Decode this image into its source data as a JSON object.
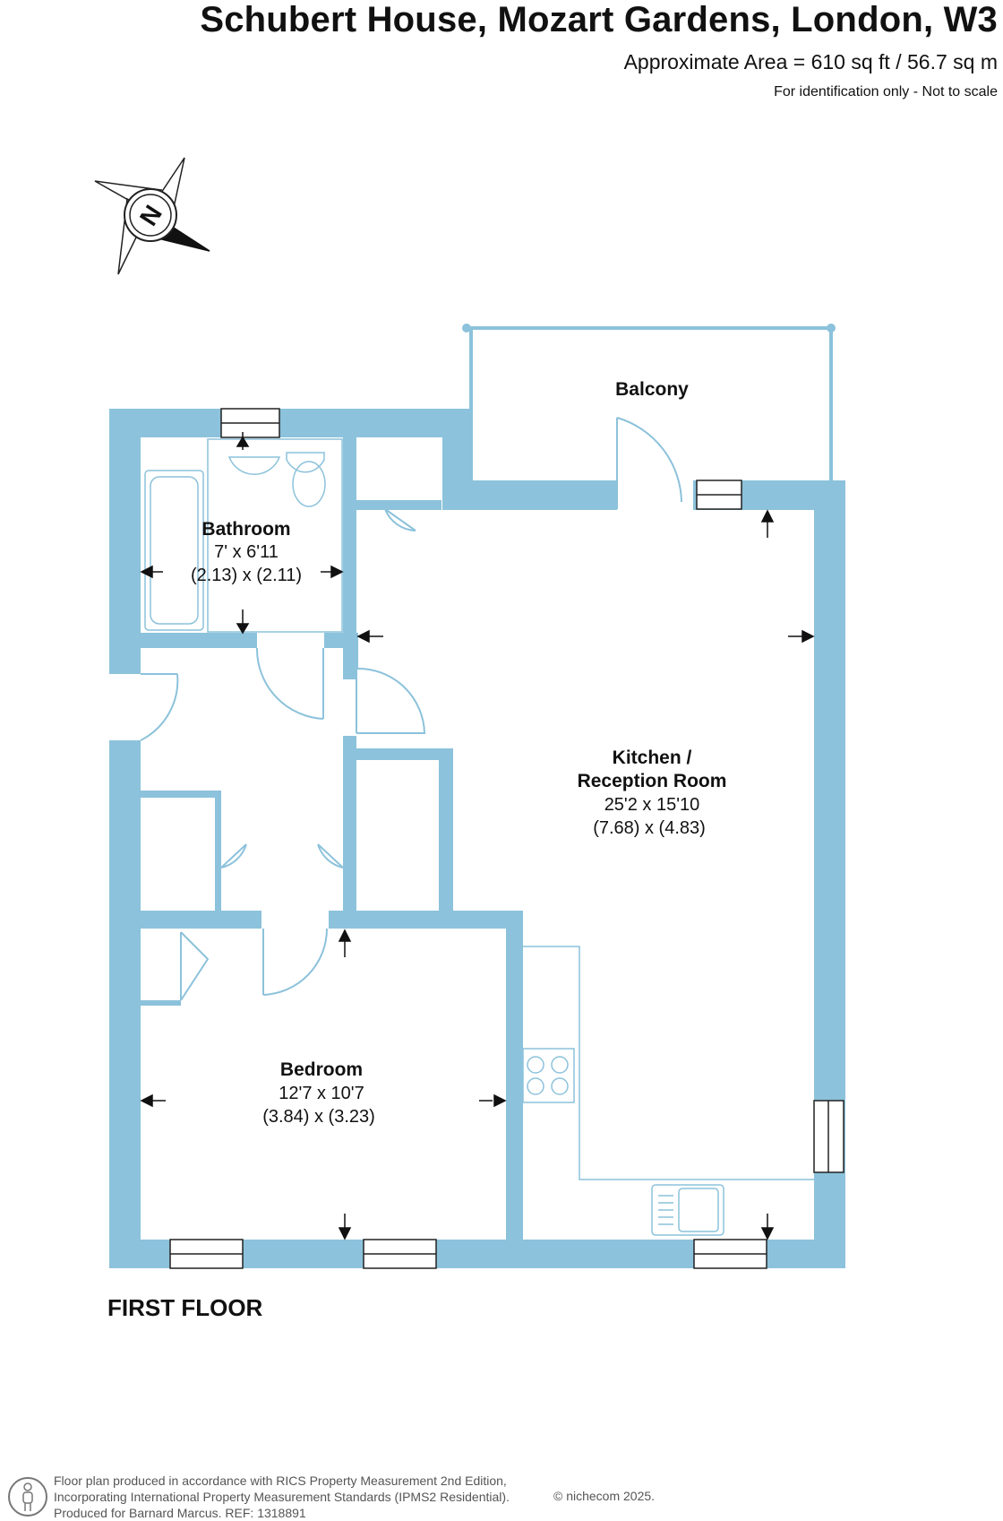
{
  "header": {
    "title": "Schubert House, Mozart Gardens, London, W3",
    "area": "Approximate Area = 610 sq ft / 56.7 sq m",
    "disclaimer": "For identification only - Not to scale"
  },
  "compass": {
    "letter": "N"
  },
  "rooms": {
    "balcony": {
      "name": "Balcony"
    },
    "bathroom": {
      "name": "Bathroom",
      "imperial": "7' x 6'11",
      "metric": "(2.13) x (2.11)"
    },
    "kitchen": {
      "name_line1": "Kitchen /",
      "name_line2": "Reception Room",
      "imperial": "25'2 x 15'10",
      "metric": "(7.68) x (4.83)"
    },
    "bedroom": {
      "name": "Bedroom",
      "imperial": "12'7 x 10'7",
      "metric": "(3.84) x (3.23)"
    }
  },
  "floor_label": "FIRST FLOOR",
  "footer": {
    "line1": "Floor plan produced in accordance with RICS Property Measurement 2nd Edition,",
    "line2": "Incorporating International Property Measurement Standards (IPMS2 Residential).",
    "line3": "Produced for Barnard Marcus.   REF:  1318891",
    "copyright": "© nichecom 2025."
  },
  "colors": {
    "wall": "#8cc2db",
    "line": "#8cc2db",
    "text": "#111111"
  }
}
